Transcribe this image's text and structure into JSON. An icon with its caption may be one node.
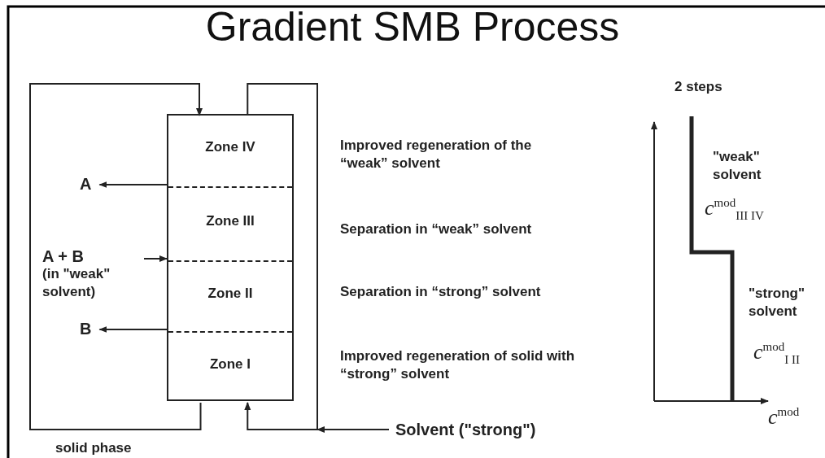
{
  "diagram": {
    "title": "Gradient SMB Process",
    "nodes": [
      {
        "text": [],
        "shape": "box"
      },
      {
        "text": [
          "Zone IV"
        ],
        "in": 0
      },
      {
        "text": [
          "Zone III"
        ],
        "in": 0
      },
      {
        "text": [
          "Zone II"
        ],
        "in": 0
      },
      {
        "text": [
          "Zone I"
        ],
        "in": 0
      },
      {
        "text": [
          "A"
        ]
      },
      {
        "text": [
          "A + B",
          "(in \"weak\" solvent)"
        ]
      },
      {
        "text": [
          "B"
        ]
      },
      {
        "text": [
          "Solvent (\"strong\")"
        ]
      }
    ],
    "edges": [
      {
        "from": 4,
        "to": 1,
        "arrow": "to",
        "label": "solid phase"
      },
      {
        "from": 1,
        "to": 4,
        "arrow": "to"
      },
      {
        "from": 8,
        "to": 4,
        "arrow": "to"
      },
      {
        "from": 0,
        "to": 5,
        "arrow": "to"
      },
      {
        "from": 6,
        "to": 0,
        "arrow": "to"
      },
      {
        "from": 0,
        "to": 7,
        "arrow": "to"
      }
    ],
    "labels": [
      "Improved regeneration of the “weak” solvent",
      "Separation in “weak” solvent",
      "Separation in “strong” solvent",
      "Improved regeneration of solid with “strong” solvent",
      "2 steps",
      "\"weak\" solvent",
      "*c*$^{mod}$$_{III IV}$",
      "\"strong\" solvent",
      "*c*$^{mod}$$_{I II}$",
      "*c*$^{mod}$"
    ]
  }
}
